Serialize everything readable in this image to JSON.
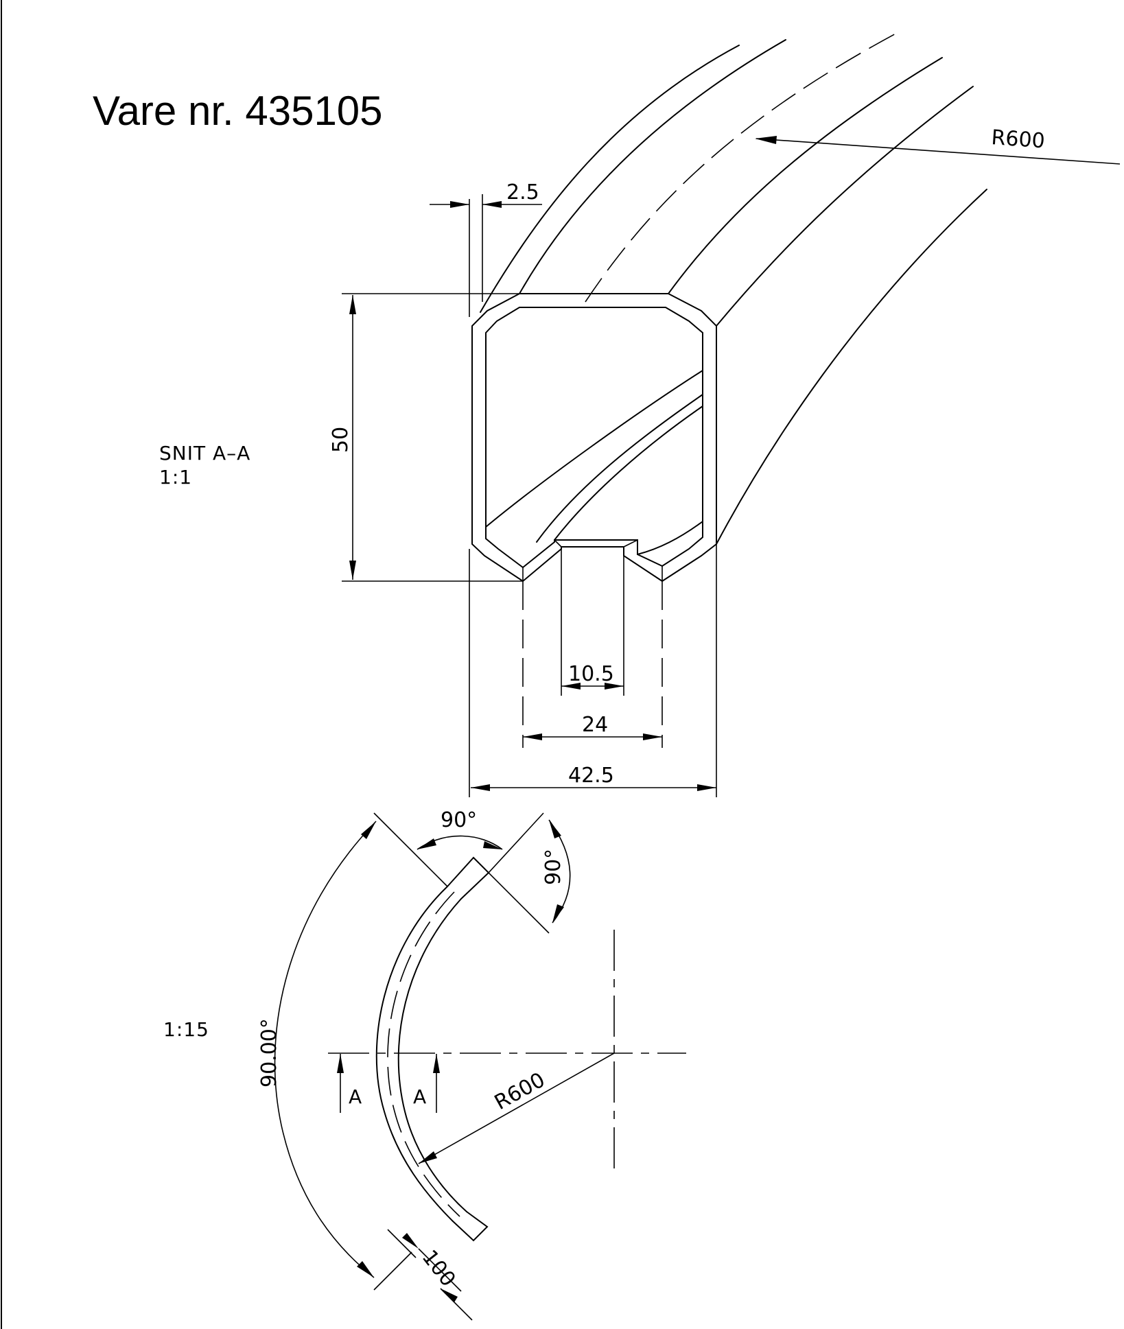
{
  "title": "Vare nr. 435105",
  "section": {
    "name": "SNIT A–A",
    "scale": "1:1"
  },
  "elevation_scale": "1:15",
  "dimensions": {
    "wall_thickness": "2.5",
    "height": "50",
    "slot_width": "10.5",
    "lip_width": "24",
    "overall_width": "42.5",
    "radius_top": "R600",
    "radius_bottom": "R600",
    "angle_end": "90°",
    "angle_end_side": "90°",
    "bend_angle": "90.00°",
    "end_length": "100"
  },
  "section_marks": [
    "A",
    "A"
  ]
}
